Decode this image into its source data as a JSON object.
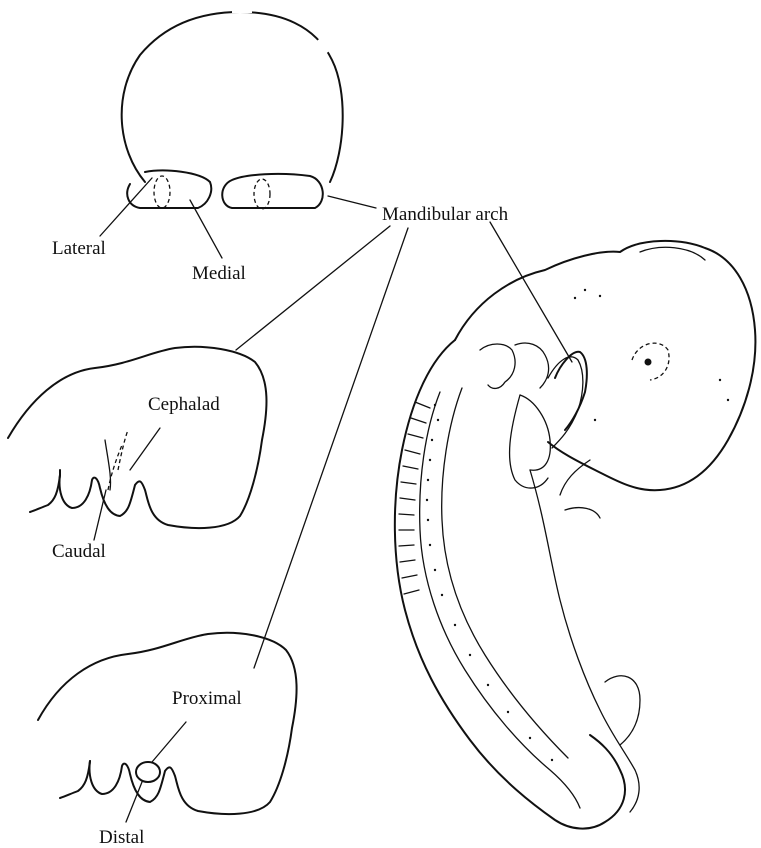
{
  "labels": {
    "mandibular_arch": "Mandibular arch",
    "lateral": "Lateral",
    "medial": "Medial",
    "cephalad": "Cephalad",
    "caudal": "Caudal",
    "proximal": "Proximal",
    "distal": "Distal"
  },
  "colors": {
    "ink": "#111111",
    "background": "#ffffff"
  }
}
